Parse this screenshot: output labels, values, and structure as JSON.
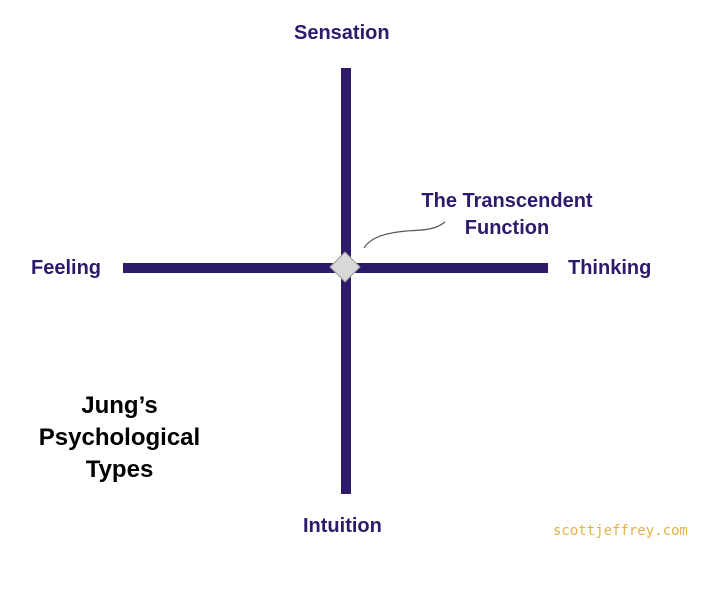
{
  "colors": {
    "axis": "#2e1a6b",
    "label": "#2e1a6b",
    "title": "#000000",
    "watermark": "#e4b24a",
    "center_diamond_fill": "#d9d9d9",
    "center_diamond_border": "#9b9b9b",
    "callout_line": "#555555"
  },
  "diagram": {
    "top_label": "Sensation",
    "left_label": "Feeling",
    "right_label": "Thinking",
    "bottom_label": "Intuition",
    "callout": {
      "line1": "The Transcendent",
      "line2": "Function"
    },
    "title": {
      "line1": "Jung’s",
      "line2": "Psychological",
      "line3": "Types"
    },
    "watermark": "scottjeffrey.com"
  }
}
